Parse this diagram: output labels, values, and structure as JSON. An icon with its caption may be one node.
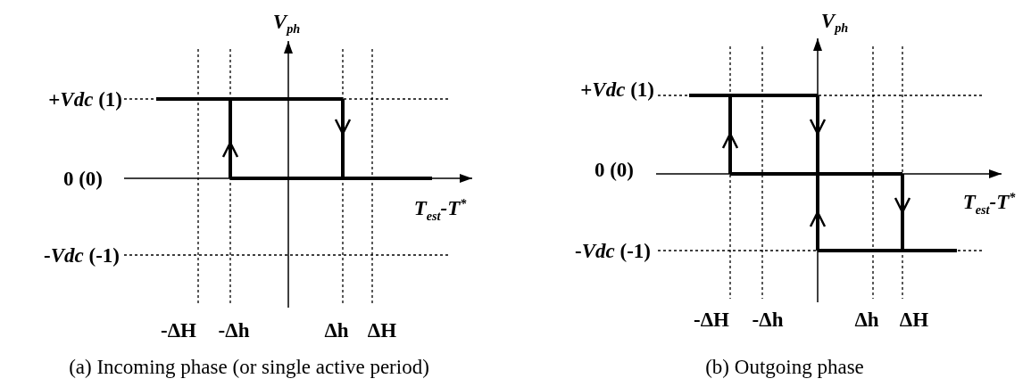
{
  "diagram": {
    "labels": [
      "V$_{ph}$",
      "+*Vdc* (1)",
      "0 (0)",
      "T$_{est}$-T$^{*}$",
      "-*Vdc* (-1)",
      "-ΔH",
      "-Δh",
      "Δh",
      "ΔH",
      "(a) Incoming phase (or single active period)",
      "V$_{ph}$",
      "+*Vdc* (1)",
      "0 (0)",
      "T$_{est}$-T$^{*}$",
      "-*Vdc* (-1)",
      "-ΔH",
      "-Δh",
      "Δh",
      "ΔH",
      "(b) Outgoing phase"
    ]
  }
}
